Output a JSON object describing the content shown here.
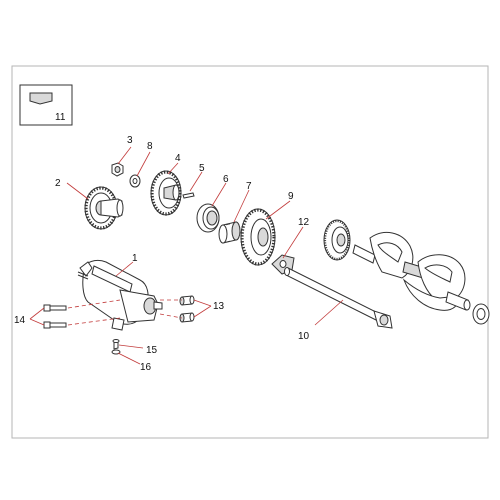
{
  "diagram": {
    "callouts": {
      "c1": "1",
      "c2": "2",
      "c3": "3",
      "c4": "4",
      "c5": "5",
      "c6": "6",
      "c7": "7",
      "c8": "8",
      "c9": "9",
      "c10": "10",
      "c11": "11",
      "c12": "12",
      "c13": "13",
      "c14": "14",
      "c15": "15",
      "c16": "16"
    },
    "colors": {
      "frame": "#b5b5b5",
      "lines": "#333333",
      "leader": "#c23b3b"
    }
  }
}
